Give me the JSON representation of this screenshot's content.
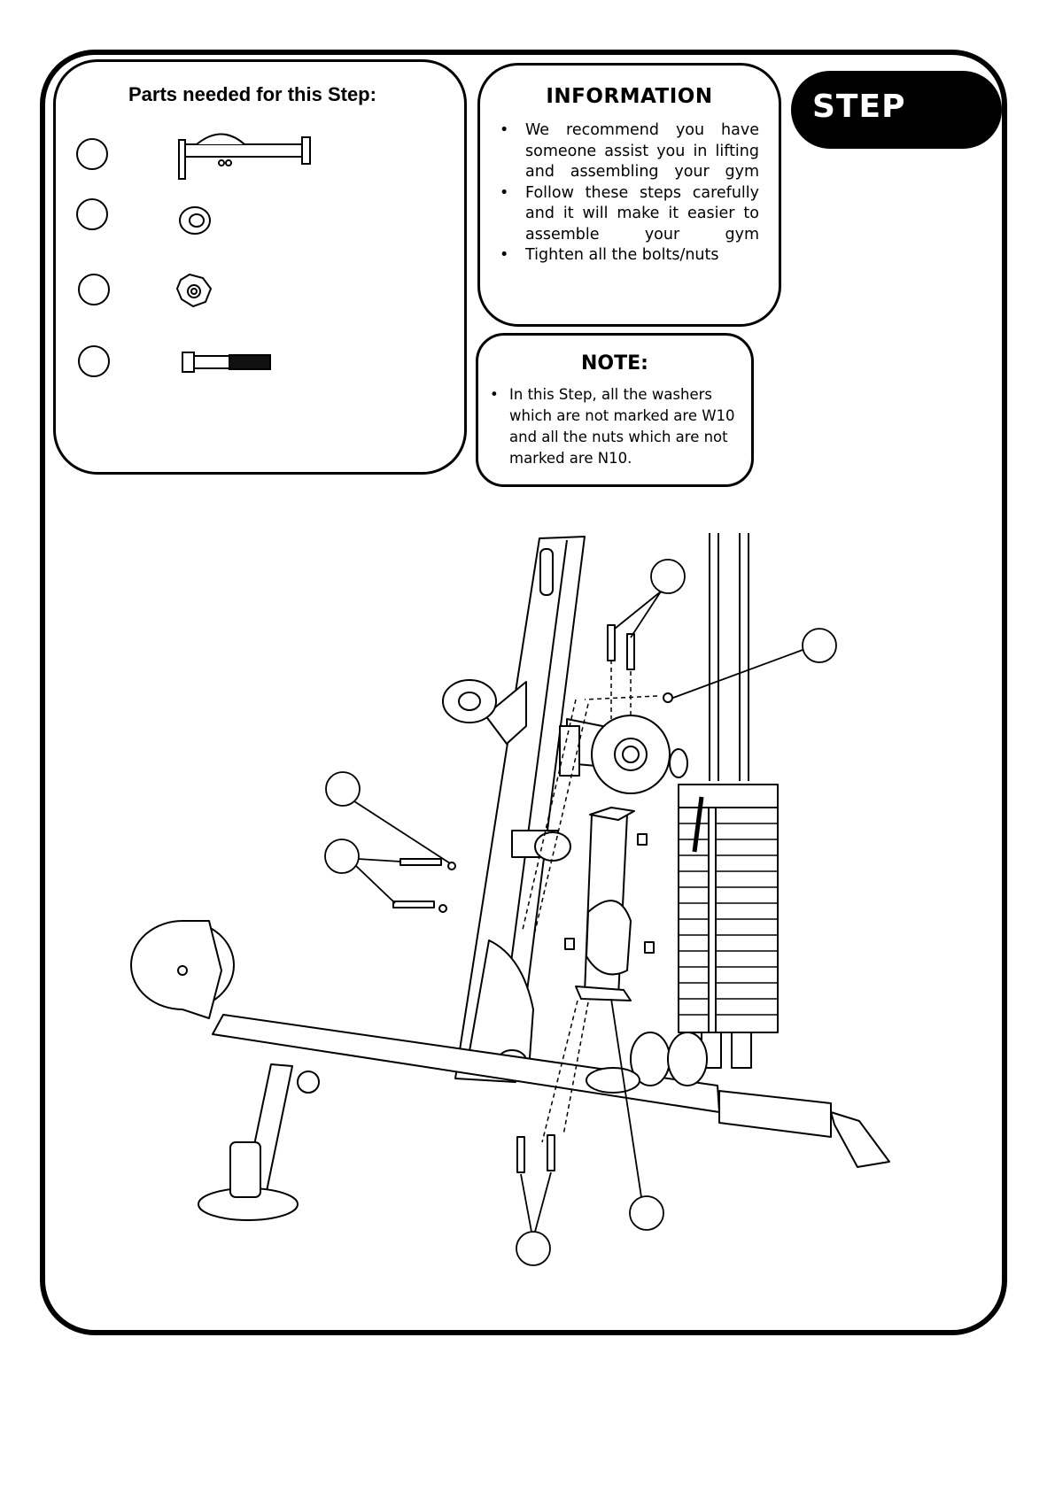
{
  "step_badge": {
    "label": "STEP"
  },
  "parts_panel": {
    "title": "Parts needed for this Step:",
    "items": [
      {
        "icon": "bracket-tube-part-icon"
      },
      {
        "icon": "washer-part-icon"
      },
      {
        "icon": "hex-nut-part-icon"
      },
      {
        "icon": "bolt-part-icon"
      }
    ]
  },
  "information": {
    "title": "INFORMATION",
    "bullets": [
      "We recommend you have someone assist you in lifting and assembling your gym",
      "Follow these steps carefully and it will make it easier to assemble your gym",
      "Tighten all the bolts/nuts"
    ]
  },
  "note": {
    "title": "NOTE:",
    "bullets": [
      "In this Step, all the washers which are not marked are W10 and all the nuts which are not marked are N10."
    ]
  },
  "diagram": {
    "icon": "home-gym-assembly-drawing-icon"
  }
}
